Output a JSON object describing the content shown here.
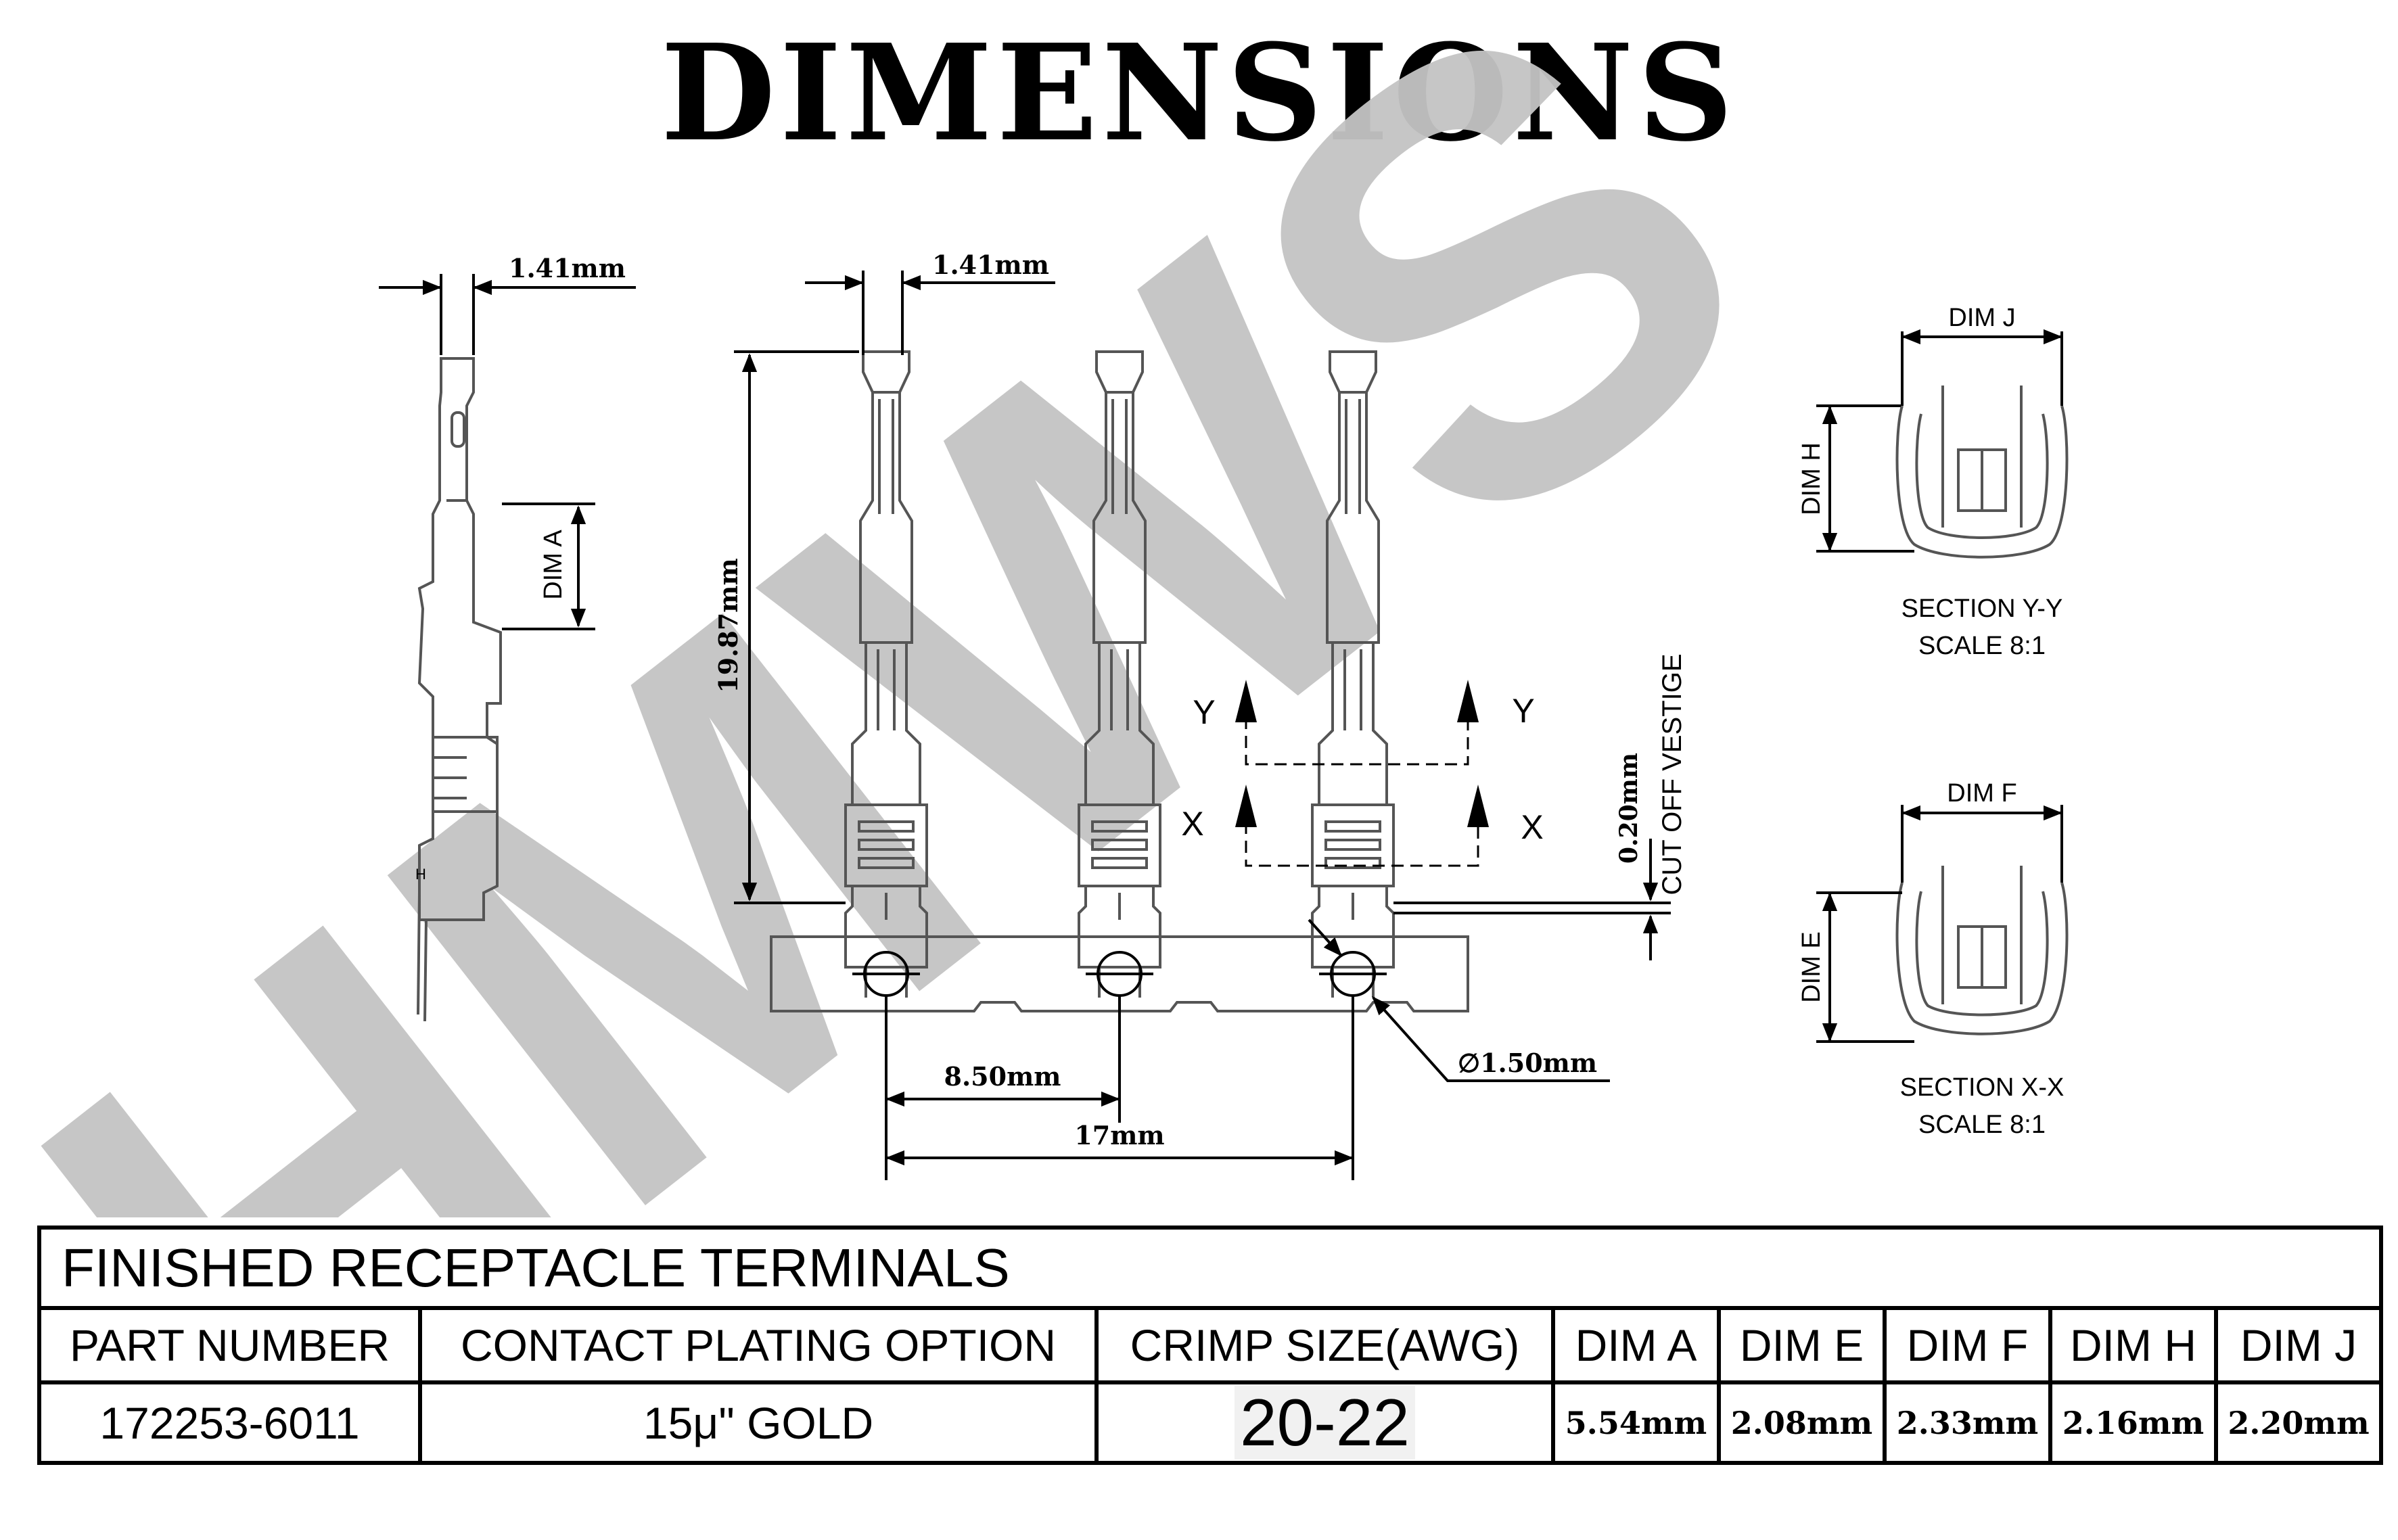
{
  "title": "DIMENSIONS",
  "watermark": "HMWS",
  "drawing": {
    "side_view_width": "1.41mm",
    "front_view_width": "1.41mm",
    "overall_length": "19.87mm",
    "pitch_half": "8.50mm",
    "pitch_full": "17mm",
    "hole_diameter": "∅1.50mm",
    "vestige_size": "0.20mm",
    "vestige_note": "CUT OFF VESTIGE",
    "dim_a_label": "DIM A",
    "section_y_marker": "Y",
    "section_x_marker": "X",
    "stamp_letter": "H"
  },
  "sections": [
    {
      "top_dim": "DIM J",
      "side_dim": "DIM H",
      "title": "SECTION Y-Y",
      "scale": "SCALE 8:1"
    },
    {
      "top_dim": "DIM F",
      "side_dim": "DIM E",
      "title": "SECTION X-X",
      "scale": "SCALE 8:1"
    }
  ],
  "table": {
    "caption": "FINISHED RECEPTACLE TERMINALS",
    "headers": [
      "PART NUMBER",
      "CONTACT PLATING OPTION",
      "CRIMP SIZE(AWG)",
      "DIM A",
      "DIM E",
      "DIM F",
      "DIM H",
      "DIM J"
    ],
    "row": [
      "172253-6011",
      "15μ\" GOLD",
      "20-22",
      "5.54mm",
      "2.08mm",
      "2.33mm",
      "2.16mm",
      "2.20mm"
    ]
  },
  "colors": {
    "line": "#000000",
    "watermark": "#c4c4c4",
    "part": "#555555"
  }
}
